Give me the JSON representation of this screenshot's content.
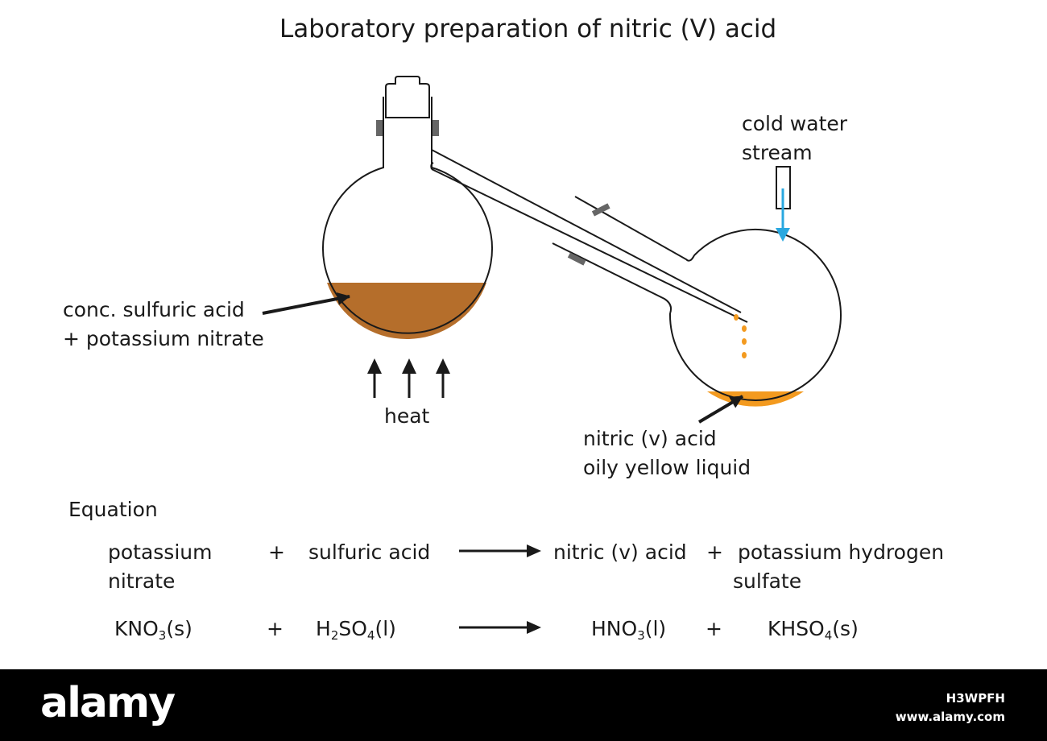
{
  "title": "Laboratory preparation of nitric (V) acid",
  "labels": {
    "cold_water_line1": "cold water",
    "cold_water_line2": "stream",
    "reactants_line1": "conc. sulfuric acid",
    "reactants_line2": "+ potassium nitrate",
    "heat": "heat",
    "product_line1": "nitric (v) acid",
    "product_line2": "oily yellow liquid"
  },
  "equation": {
    "heading": "Equation",
    "words": {
      "reactant1_line1": "potassium",
      "reactant1_line2": "nitrate",
      "plus1": "+",
      "reactant2": "sulfuric acid",
      "product1": "nitric (v) acid",
      "plus2": "+",
      "product2_line1": "potassium hydrogen",
      "product2_line2": "sulfate"
    },
    "formula": {
      "kno3_a": "KNO",
      "kno3_sub": "3",
      "kno3_b": "(s)",
      "plus1": "+",
      "h2so4_a": "H",
      "h2so4_sub1": "2",
      "h2so4_b": "SO",
      "h2so4_sub2": "4",
      "h2so4_c": "(l)",
      "hno3_a": "HNO",
      "hno3_sub": "3",
      "hno3_b": "(l)",
      "plus2": "+",
      "khso4_a": "KHSO",
      "khso4_sub": "4",
      "khso4_b": "(s)"
    }
  },
  "footer": {
    "brand": "alamy",
    "image_id": "H3WPFH",
    "site": "www.alamy.com"
  },
  "colors": {
    "background": "#ffffff",
    "outline": "#1a1a1a",
    "reaction_mixture": "#b56e2b",
    "product_liquid": "#f39a1f",
    "water_arrow": "#29a8e0",
    "clamp": "#666666",
    "footer_bg": "#000000",
    "footer_text": "#ffffff"
  }
}
